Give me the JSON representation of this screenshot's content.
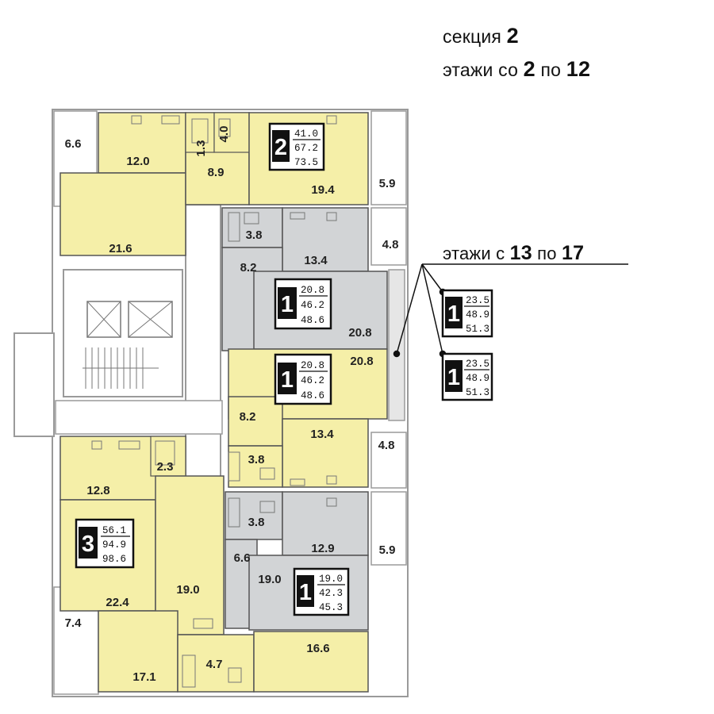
{
  "header": {
    "section_label": "секция",
    "section_value": "2",
    "floors_label": "этажи со",
    "floors_from": "2",
    "floors_to_label": "по",
    "floors_to": "12"
  },
  "callout": {
    "label": "этажи с",
    "from": "13",
    "to_label": "по",
    "to": "17"
  },
  "colors": {
    "yellow": "#f5efa8",
    "grey": "#d2d4d6",
    "wall": "#9a9a9a",
    "line": "#555555",
    "badge": "#111111"
  },
  "rooms": [
    {
      "label": "6.6"
    },
    {
      "label": "12.0"
    },
    {
      "label": "1.3"
    },
    {
      "label": "4.0"
    },
    {
      "label": "8.9"
    },
    {
      "label": "19.4"
    },
    {
      "label": "5.9"
    },
    {
      "label": "21.6"
    },
    {
      "label": "3.8"
    },
    {
      "label": "4.8"
    },
    {
      "label": "8.2"
    },
    {
      "label": "13.4"
    },
    {
      "label": "20.8"
    },
    {
      "label": "20.8"
    },
    {
      "label": "8.2"
    },
    {
      "label": "13.4"
    },
    {
      "label": "4.8"
    },
    {
      "label": "3.8"
    },
    {
      "label": "2.3"
    },
    {
      "label": "12.8"
    },
    {
      "label": "3.8"
    },
    {
      "label": "6.6"
    },
    {
      "label": "12.9"
    },
    {
      "label": "5.9"
    },
    {
      "label": "19.0"
    },
    {
      "label": "19.0"
    },
    {
      "label": "22.4"
    },
    {
      "label": "7.4"
    },
    {
      "label": "16.6"
    },
    {
      "label": "4.7"
    },
    {
      "label": "17.1"
    }
  ],
  "badges": [
    {
      "rooms": "2",
      "v1": "41.0",
      "v2": "67.2",
      "v3": "73.5"
    },
    {
      "rooms": "1",
      "v1": "20.8",
      "v2": "46.2",
      "v3": "48.6"
    },
    {
      "rooms": "1",
      "v1": "20.8",
      "v2": "46.2",
      "v3": "48.6"
    },
    {
      "rooms": "3",
      "v1": "56.1",
      "v2": "94.9",
      "v3": "98.6"
    },
    {
      "rooms": "1",
      "v1": "19.0",
      "v2": "42.3",
      "v3": "45.3"
    },
    {
      "rooms": "1",
      "v1": "23.5",
      "v2": "48.9",
      "v3": "51.3"
    },
    {
      "rooms": "1",
      "v1": "23.5",
      "v2": "48.9",
      "v3": "51.3"
    }
  ]
}
